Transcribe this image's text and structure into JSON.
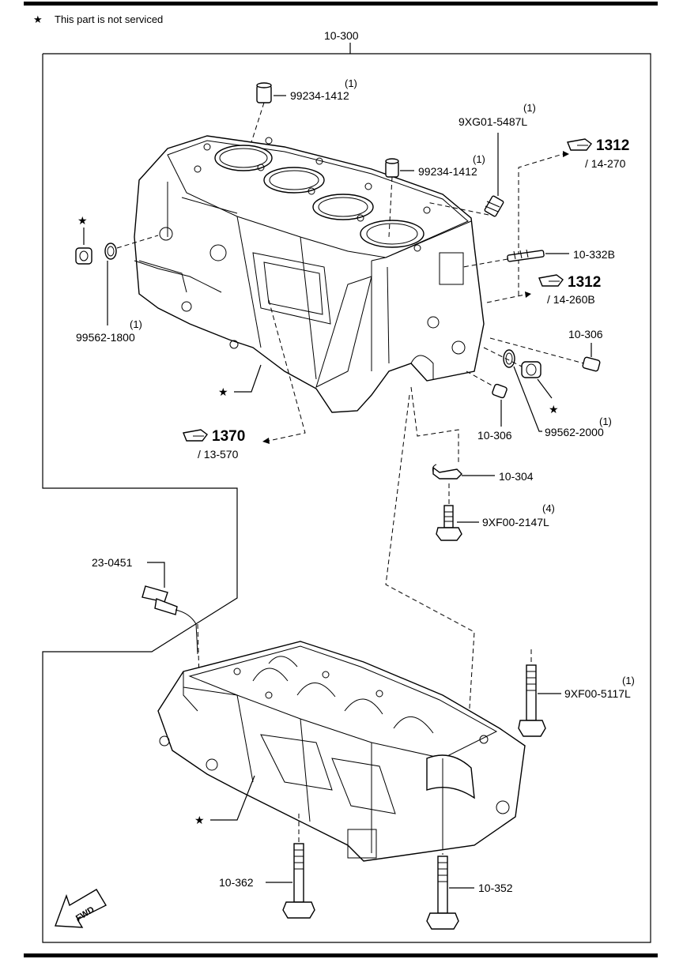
{
  "legend": {
    "symbol": "★",
    "text": "This part is not serviced"
  },
  "assembly_label": "10-300",
  "parts": {
    "plug_top": {
      "number": "99234-1412",
      "qty": "(1)"
    },
    "plug_mid": {
      "number": "99234-1412",
      "qty": "(1)"
    },
    "stud_top": {
      "number": "9XG01-5487L",
      "qty": "(1)"
    },
    "stud_side": {
      "number": "10-332B"
    },
    "gasket_left": {
      "number": "99562-1800",
      "qty": "(1)"
    },
    "pin_right_a": {
      "number": "10-306"
    },
    "pin_right_b": {
      "number": "10-306"
    },
    "gasket_right": {
      "number": "99562-2000",
      "qty": "(1)"
    },
    "nozzle": {
      "number": "10-304"
    },
    "nozzle_bolt": {
      "number": "9XF00-2147L",
      "qty": "(4)"
    },
    "sensor": {
      "number": "23-0451"
    },
    "lower_bolt": {
      "number": "9XF00-5117L",
      "qty": "(1)"
    },
    "bolt_362": {
      "number": "10-362"
    },
    "bolt_352": {
      "number": "10-352"
    }
  },
  "references": [
    {
      "fig": "1312",
      "page": "/ 14-270"
    },
    {
      "fig": "1312",
      "page": "/ 14-260B"
    },
    {
      "fig": "1370",
      "page": "/ 13-570"
    }
  ],
  "star_symbol": "★",
  "fwd_label": "FWD"
}
